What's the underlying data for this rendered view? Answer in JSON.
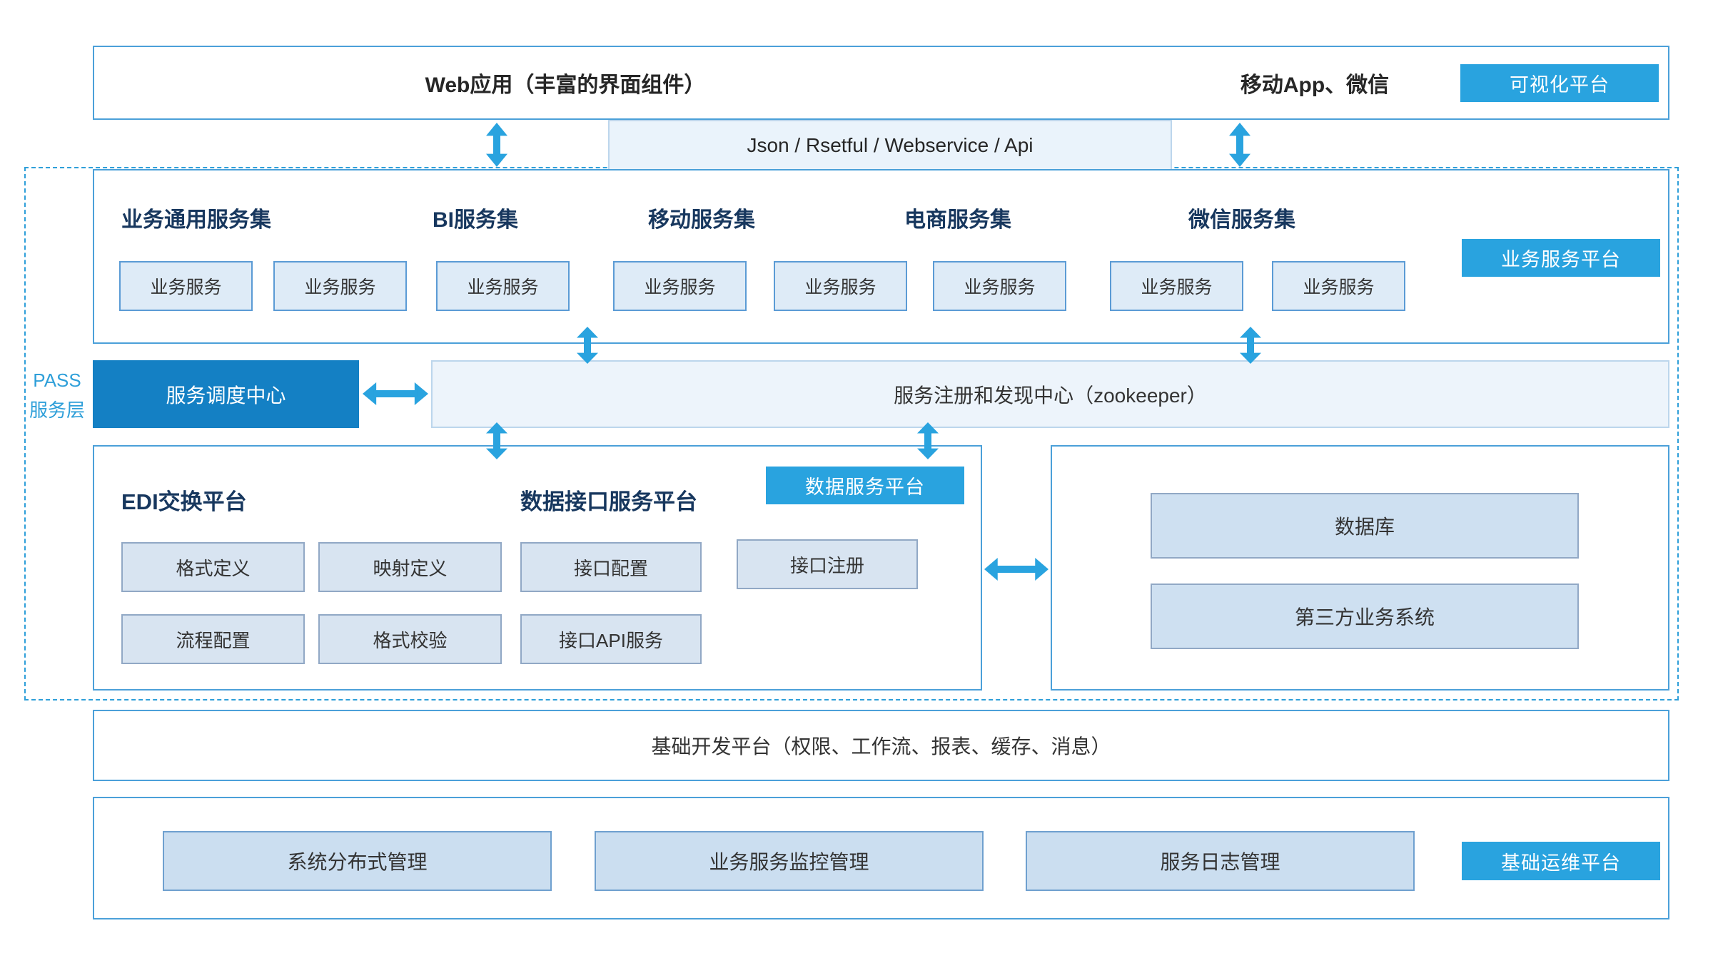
{
  "colors": {
    "accent": "#29A3DF",
    "dispatch_bg": "#1480C4",
    "frame_border": "#4BA0D9",
    "dashed_border": "#2E9FD9"
  },
  "top": {
    "web_app": "Web应用（丰富的界面组件）",
    "mobile_app": "移动App、微信",
    "viz_badge": "可视化平台",
    "api_bar": "Json  /  Rsetful  /  Webservice  /  Api"
  },
  "pass": {
    "label_line1": "PASS",
    "label_line2": "服务层",
    "business": {
      "badge": "业务服务平台",
      "groups": [
        "业务通用服务集",
        "BI服务集",
        "移动服务集",
        "电商服务集",
        "微信服务集"
      ],
      "services": [
        "业务服务",
        "业务服务",
        "业务服务",
        "业务服务",
        "业务服务",
        "业务服务",
        "业务服务",
        "业务服务"
      ]
    },
    "middle": {
      "dispatch": "服务调度中心",
      "registry": "服务注册和发现中心（zookeeper）"
    },
    "data": {
      "edi_title": "EDI交换平台",
      "interface_title": "数据接口服务平台",
      "badge": "数据服务平台",
      "row1": [
        "格式定义",
        "映射定义",
        "接口配置",
        "接口注册"
      ],
      "row2": [
        "流程配置",
        "格式校验",
        "接口API服务"
      ]
    },
    "external": {
      "items": [
        "数据库",
        "第三方业务系统"
      ]
    }
  },
  "base_dev": {
    "label": "基础开发平台（权限、工作流、报表、缓存、消息）"
  },
  "ops": {
    "badge": "基础运维平台",
    "items": [
      "系统分布式管理",
      "业务服务监控管理",
      "服务日志管理"
    ]
  }
}
